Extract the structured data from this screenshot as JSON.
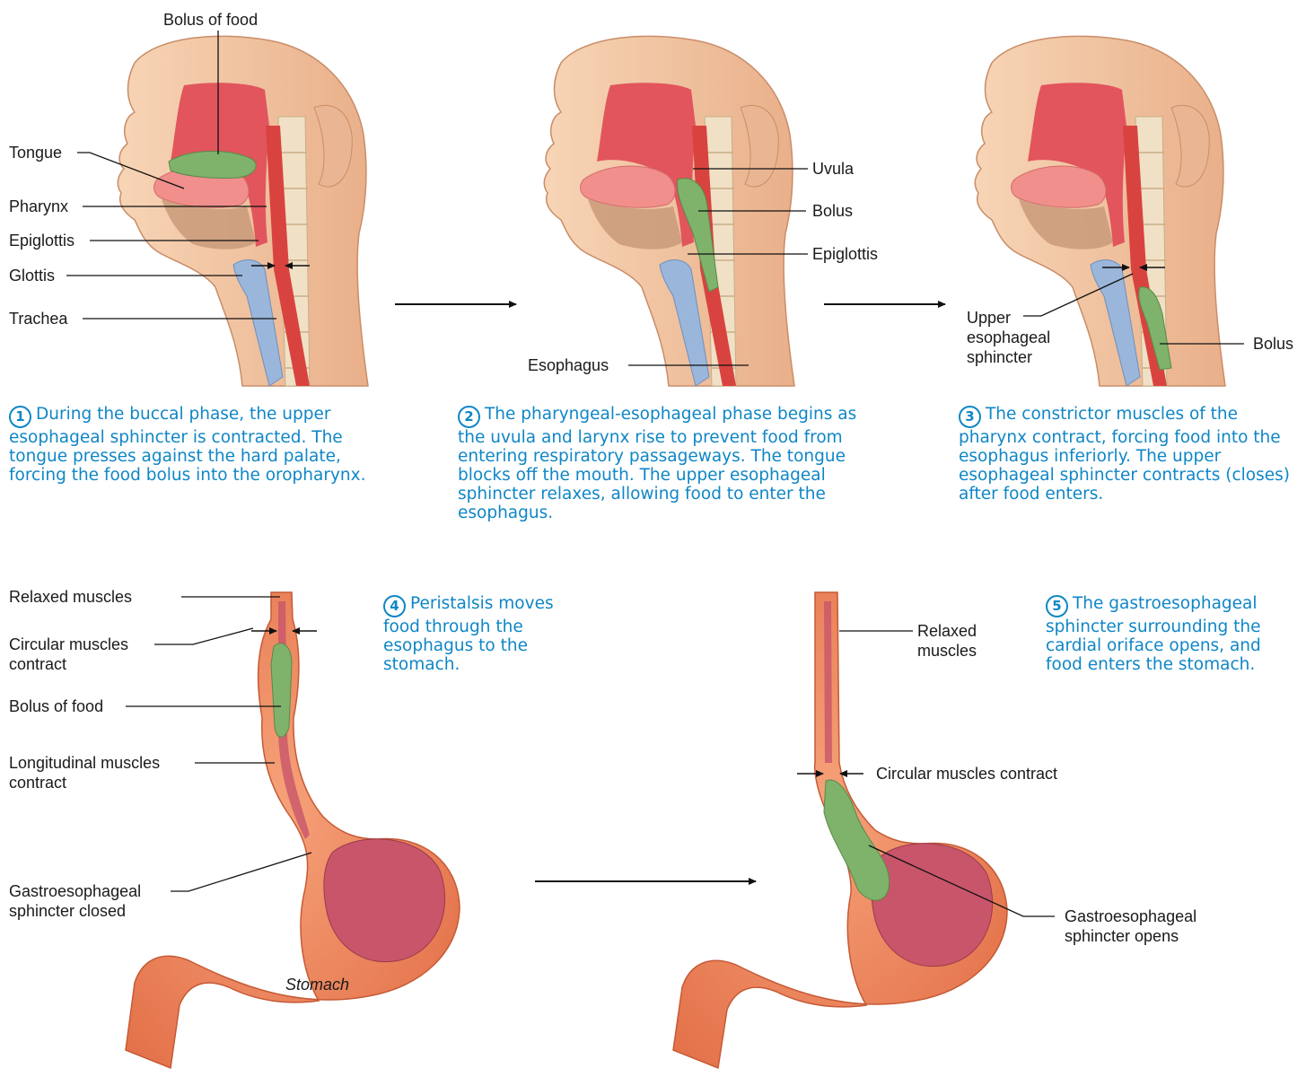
{
  "colors": {
    "skin": "#f3c8a3",
    "skin_shadow": "#d99c78",
    "mouth_cavity": "#e2555d",
    "tongue": "#f08f8c",
    "bolus": "#7fb26b",
    "trachea": "#9ab6da",
    "stomach": "#f08e62",
    "stomach_inner": "#c8556a",
    "caption_blue": "#0f86c6"
  },
  "panel1": {
    "labels": {
      "bolus_of_food": "Bolus of food",
      "tongue": "Tongue",
      "pharynx": "Pharynx",
      "epiglottis": "Epiglottis",
      "glottis": "Glottis",
      "trachea": "Trachea"
    },
    "step": "1",
    "caption": "During the buccal phase, the upper esophageal sphincter is contracted. The tongue presses against the hard palate, forcing the food bolus into the oropharynx."
  },
  "panel2": {
    "labels": {
      "uvula": "Uvula",
      "bolus": "Bolus",
      "epiglottis": "Epiglottis",
      "esophagus": "Esophagus"
    },
    "step": "2",
    "caption": "The pharyngeal-esophageal phase begins as the uvula and larynx rise to prevent food from entering respiratory passageways. The tongue blocks off the mouth. The upper esophageal sphincter relaxes, allowing food to enter the esophagus."
  },
  "panel3": {
    "labels": {
      "upper_esophageal_sphincter": "Upper\nesophageal\nsphincter",
      "bolus": "Bolus"
    },
    "step": "3",
    "caption": "The constrictor muscles of the pharynx contract, forcing food into the esophagus inferiorly. The upper esophageal sphincter contracts (closes) after food enters."
  },
  "panel4": {
    "labels": {
      "relaxed_muscles": "Relaxed muscles",
      "circular_muscles_contract": "Circular muscles\ncontract",
      "bolus_of_food": "Bolus of food",
      "longitudinal_muscles_contract": "Longitudinal muscles\ncontract",
      "gastroesophageal_sphincter_closed": "Gastroesophageal\nsphincter closed",
      "stomach": "Stomach"
    },
    "step": "4",
    "caption": "Peristalsis moves food through the esophagus to the stomach."
  },
  "panel5": {
    "labels": {
      "relaxed_muscles": "Relaxed\nmuscles",
      "circular_muscles_contract": "Circular muscles contract",
      "gastroesophageal_sphincter_opens": "Gastroesophageal\nsphincter opens"
    },
    "step": "5",
    "caption": "The gastroesophageal sphincter surrounding the cardial oriface opens, and food enters the stomach."
  }
}
